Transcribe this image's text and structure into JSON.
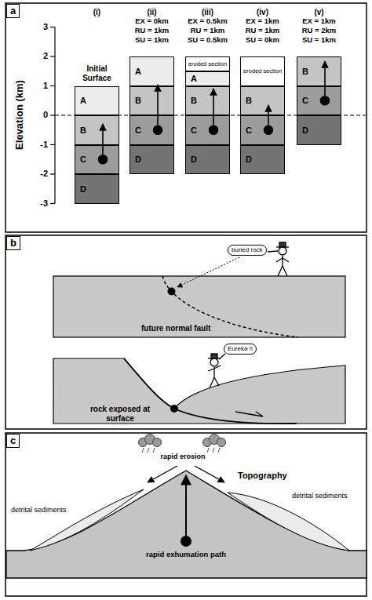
{
  "diagram": {
    "nodes": [
      {
        "text": [
          "a"
        ]
      },
      {
        "text": [
          "A"
        ]
      },
      {
        "text": [
          "B"
        ]
      },
      {
        "text": [
          "C"
        ]
      },
      {
        "text": [
          "D"
        ]
      },
      {
        "text": [
          "A"
        ]
      },
      {
        "text": [
          "B"
        ]
      },
      {
        "text": [
          "C"
        ]
      },
      {
        "text": [
          "D"
        ]
      },
      {
        "text": [
          "eroded section"
        ]
      },
      {
        "text": [
          "A"
        ]
      },
      {
        "text": [
          "B"
        ]
      },
      {
        "text": [
          "C"
        ]
      },
      {
        "text": [
          "D"
        ]
      },
      {
        "text": [
          "eroded section"
        ]
      },
      {
        "text": [
          "B"
        ]
      },
      {
        "text": [
          "C"
        ]
      },
      {
        "text": [
          "D"
        ]
      },
      {
        "text": [
          "B"
        ]
      },
      {
        "text": [
          "C"
        ]
      },
      {
        "text": [
          "D"
        ]
      },
      {
        "text": [
          "b"
        ]
      },
      {
        "text": [
          "buried rock"
        ]
      },
      {
        "text": [
          "Eureka !!"
        ]
      },
      {
        "text": [
          "c"
        ]
      }
    ],
    "labels": [
      "Elevation (km)",
      "3",
      "2",
      "1",
      "0",
      "-1",
      "-2",
      "-3",
      "(i)",
      "Initial Surface",
      "(ii)",
      "EX = 0km",
      "RU = 1km",
      "SU = 1km",
      "(iii)",
      "EX = 0.5km",
      "RU = 1km",
      "SU = 0.5km",
      "(iv)",
      "EX = 1km",
      "RU = 1km",
      "SU = 0km",
      "(v)",
      "EX = 1km",
      "RU = 2km",
      "SU = 1km",
      "future normal fault",
      "rock exposed at surface",
      "Topography",
      "rapid erosion",
      "detrital sediments",
      "detrital sediments",
      "rapid exhumation path"
    ]
  }
}
